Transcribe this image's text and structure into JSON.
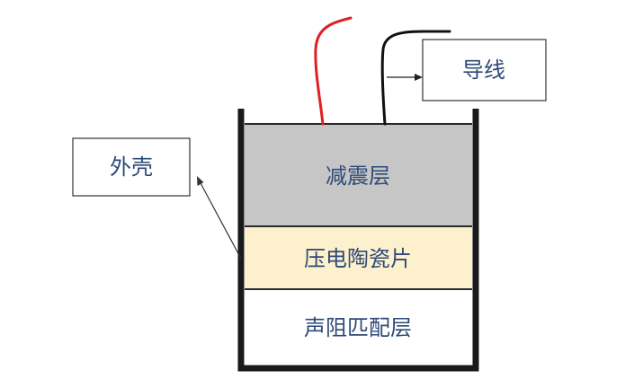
{
  "diagram": {
    "layers": {
      "damping": "减震层",
      "piezo": "压电陶瓷片",
      "matching": "声阻匹配层"
    },
    "callouts": {
      "wire": "导线",
      "shell": "外壳"
    }
  },
  "colors": {
    "damping_fill": "#c6c6c6",
    "piezo_fill": "#fdf0cc",
    "matching_fill": "#ffffff",
    "shell_stroke": "#1a1a1a",
    "text": "#2f4a78",
    "red_wire": "#e02020",
    "black_wire": "#111111"
  }
}
